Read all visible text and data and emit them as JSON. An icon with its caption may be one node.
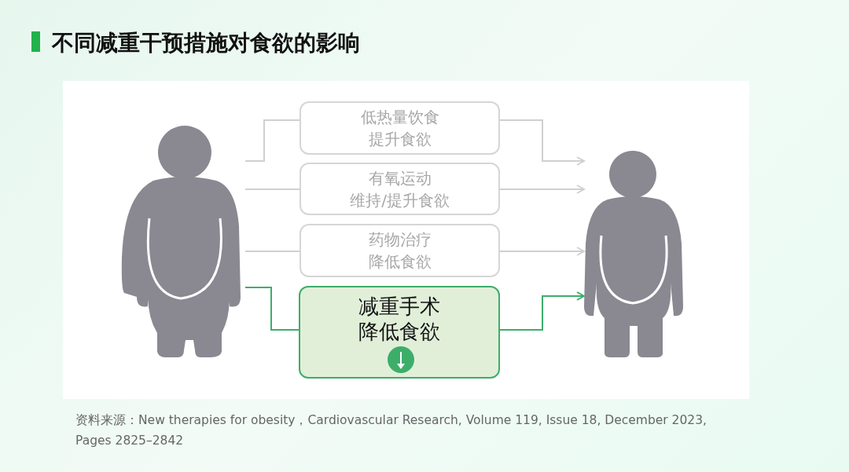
{
  "diagram": {
    "title": "不同减重干预措施对食欲的影响",
    "caption": "资料来源：New therapies for obesity，Cardiovascular Research, Volume 119, Issue 18, December 2023, Pages 2825–2842",
    "nodes": [
      {
        "text": [],
        "shape": "person"
      },
      {
        "text": [
          "低热量饮食提升食欲"
        ]
      },
      {
        "text": [
          "有氧运动维持/提升食欲"
        ]
      },
      {
        "text": [
          "药物治疗降低食欲"
        ]
      },
      {
        "text": [
          "减重手术降低食欲"
        ]
      },
      {
        "text": [],
        "shape": "person"
      }
    ],
    "edges": [
      {
        "from": 0,
        "to": 1,
        "arrow": "none"
      },
      {
        "from": 1,
        "to": 5,
        "arrow": "to"
      },
      {
        "from": 0,
        "to": 2,
        "arrow": "none"
      },
      {
        "from": 2,
        "to": 5,
        "arrow": "to"
      },
      {
        "from": 0,
        "to": 3,
        "arrow": "none"
      },
      {
        "from": 3,
        "to": 5,
        "arrow": "to"
      },
      {
        "from": 0,
        "to": 4,
        "arrow": "none",
        "color": "#3dae6a"
      },
      {
        "from": 4,
        "to": 5,
        "arrow": "to",
        "color": "#3dae6a"
      }
    ]
  }
}
